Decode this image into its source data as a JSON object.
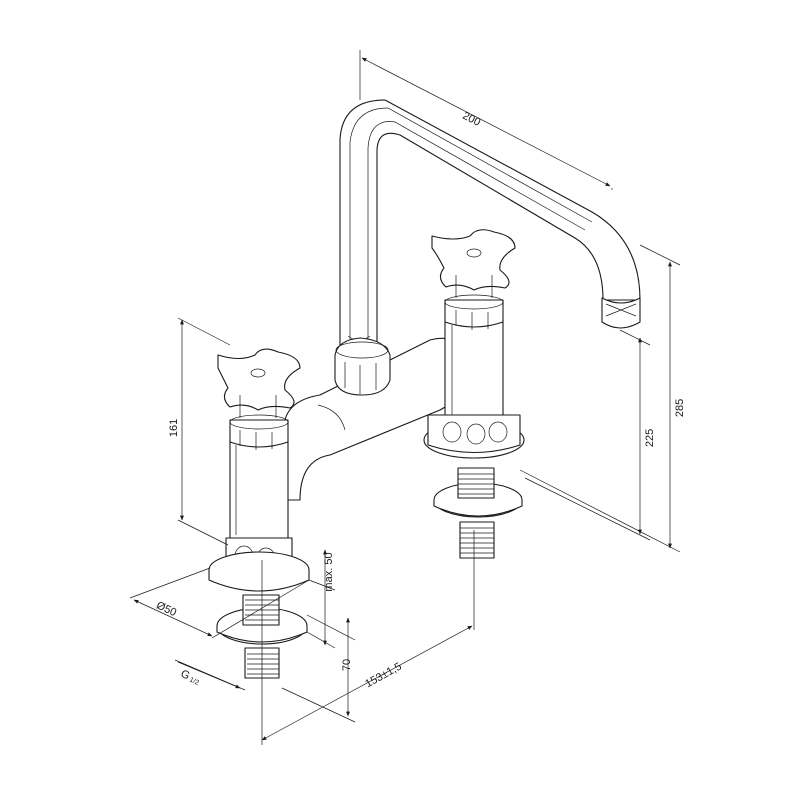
{
  "dimensions": {
    "spout_reach": "200",
    "height_total": "285",
    "height_outlet": "225",
    "height_handle": "161",
    "flange_diameter": "Ø50",
    "max_deck": "max. 50",
    "shank_length": "70",
    "centers": "153±1,5",
    "thread_main": "G",
    "thread_sub": "1/2"
  },
  "colors": {
    "ink": "#1a1a1a",
    "paper": "#ffffff"
  }
}
